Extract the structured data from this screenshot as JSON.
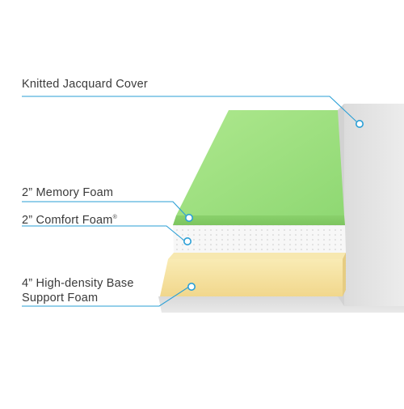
{
  "labels": {
    "cover": "Knitted Jacquard Cover",
    "memory_foam": "2” Memory Foam",
    "comfort_foam": "2” Comfort Foam",
    "comfort_foam_mark": "®",
    "base_foam_line1": "4” High-density Base",
    "base_foam_line2": "Support Foam"
  },
  "colors": {
    "callout_line": "#2a9fd6",
    "label_text": "#3a3a3a",
    "memory_foam_layer": "#9be07f",
    "comfort_foam_layer": "#f6f6f6",
    "base_foam_layer": "#f6e3a3",
    "cover": "#e7e7e7"
  }
}
